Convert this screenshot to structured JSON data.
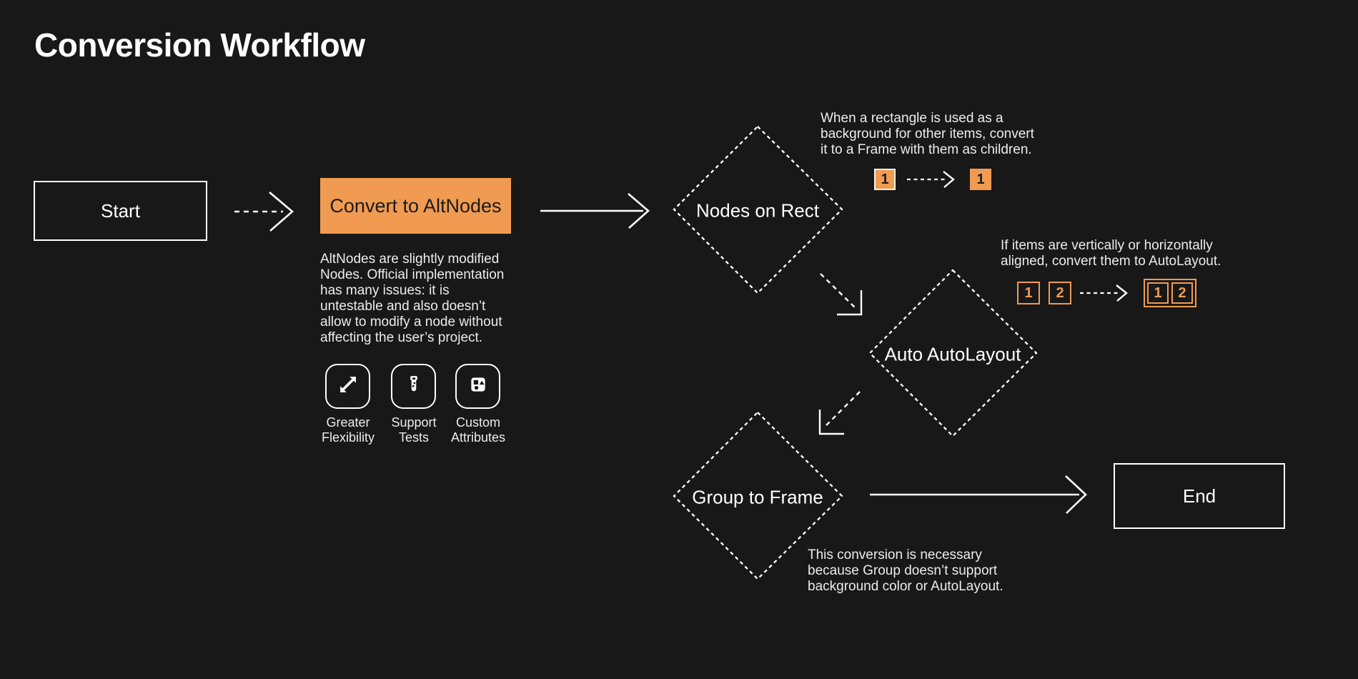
{
  "page": {
    "title": "Conversion Workflow",
    "background_color": "#181818",
    "accent_color": "#F09B51",
    "line_color": "#FFFFFF"
  },
  "nodes": {
    "start": {
      "label": "Start",
      "type": "process"
    },
    "convert_to_altnodes": {
      "label": "Convert to AltNodes",
      "type": "process-highlighted"
    },
    "nodes_on_rect": {
      "label": "Nodes on Rect",
      "type": "decision"
    },
    "auto_autolayout": {
      "label": "Auto AutoLayout",
      "type": "decision"
    },
    "group_to_frame": {
      "label": "Group to Frame",
      "type": "decision"
    },
    "end": {
      "label": "End",
      "type": "process"
    }
  },
  "notes": {
    "altnodes": "AltNodes are slightly modified\nNodes. Official implementation\nhas many issues: it is\nuntestable and also doesn’t\nallow to modify a node without\naffecting the user’s project.",
    "nodes_on_rect": "When a rectangle is used as a\nbackground for other items, convert\nit to a Frame with them as children.",
    "auto_autolayout": "If items are vertically or horizontally\naligned, convert them to AutoLayout.",
    "group_to_frame": "This conversion is necessary\nbecause Group doesn’t support\nbackground color or AutoLayout."
  },
  "features": [
    {
      "icon": "expand-icon",
      "label": "Greater\nFlexibility"
    },
    {
      "icon": "test-tube-icon",
      "label": "Support\nTests"
    },
    {
      "icon": "shapes-icon",
      "label": "Custom\nAttributes"
    }
  ],
  "chips": {
    "rect_before": "1",
    "rect_after": "1",
    "align_before": [
      "1",
      "2"
    ],
    "align_after": [
      "1",
      "2"
    ]
  }
}
